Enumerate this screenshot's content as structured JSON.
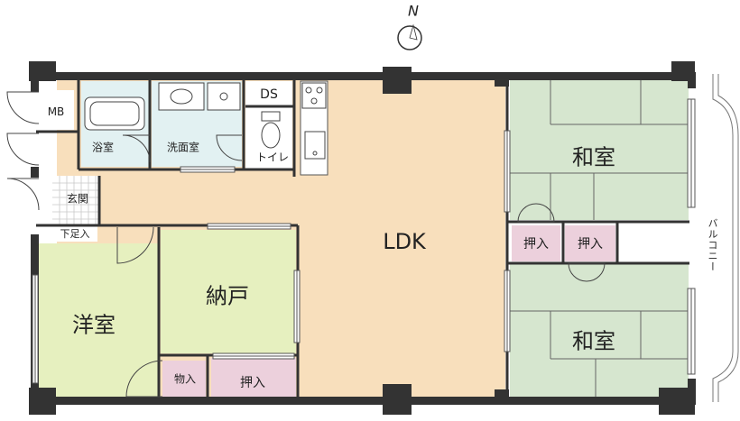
{
  "compass": {
    "north_label": "N"
  },
  "rooms": {
    "ldk": "LDK",
    "washitsu_top": "和室",
    "washitsu_bottom": "和室",
    "youshitsu": "洋室",
    "nando": "納戸",
    "oshiire_nando": "押入",
    "oshiire_left": "押入",
    "oshiire_right": "押入",
    "monoire": "物入",
    "yokushitsu": "浴室",
    "senmenshitsu": "洗面室",
    "toilet": "トイレ",
    "ds": "DS",
    "mb": "MB",
    "genkan": "玄関",
    "getaire": "下足入",
    "balcony": "バルコニー"
  },
  "colors": {
    "ldk": "#f8dfbc",
    "washitsu": "#d6e6cf",
    "youshitsu": "#e6f0bf",
    "oshiire": "#ecd0dc",
    "wet": "#e2f1f2",
    "wall": "#333333"
  }
}
